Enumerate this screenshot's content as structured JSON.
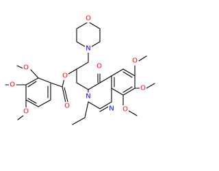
{
  "image_kind": "skeletal chemical structure",
  "colors": {
    "background": "#ffffff",
    "bond": "#000000",
    "oxygen": "#ff0000",
    "nitrogen": "#0000ff"
  },
  "atom_labels": {
    "O_morpholine": "O",
    "N_morpholine": "N",
    "O_ester": "O",
    "O_carbonyl_ester": "O",
    "O_ring_carbonyl": "O",
    "N3_quinazoline": "N",
    "N1_quinazoline": "N",
    "O_ome_6": "O",
    "O_ome_7": "O",
    "O_ome_8": "O",
    "O_ome_3prime": "O",
    "O_ome_4prime": "O",
    "O_ome_5prime": "O"
  }
}
